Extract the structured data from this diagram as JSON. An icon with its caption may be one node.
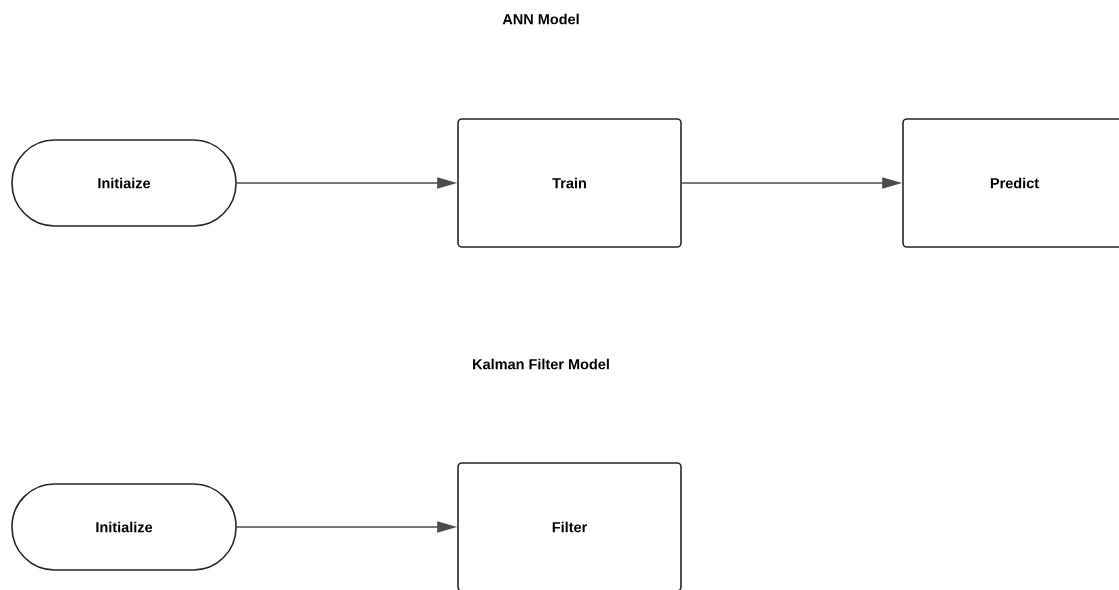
{
  "diagram": {
    "nodes": [
      {
        "text": [
          "Initiaize"
        ]
      },
      {
        "text": [
          "Train"
        ]
      },
      {
        "text": [
          "Predict"
        ]
      },
      {
        "text": [
          "Initialize"
        ]
      },
      {
        "text": [
          "Filter"
        ]
      }
    ],
    "edges": [
      {
        "from": 0,
        "to": 1,
        "arrow": "to"
      },
      {
        "from": 1,
        "to": 2,
        "arrow": "to"
      },
      {
        "from": 3,
        "to": 4,
        "arrow": "to"
      }
    ],
    "labels": [
      "ANN Model",
      "Kalman Filter Model"
    ]
  }
}
